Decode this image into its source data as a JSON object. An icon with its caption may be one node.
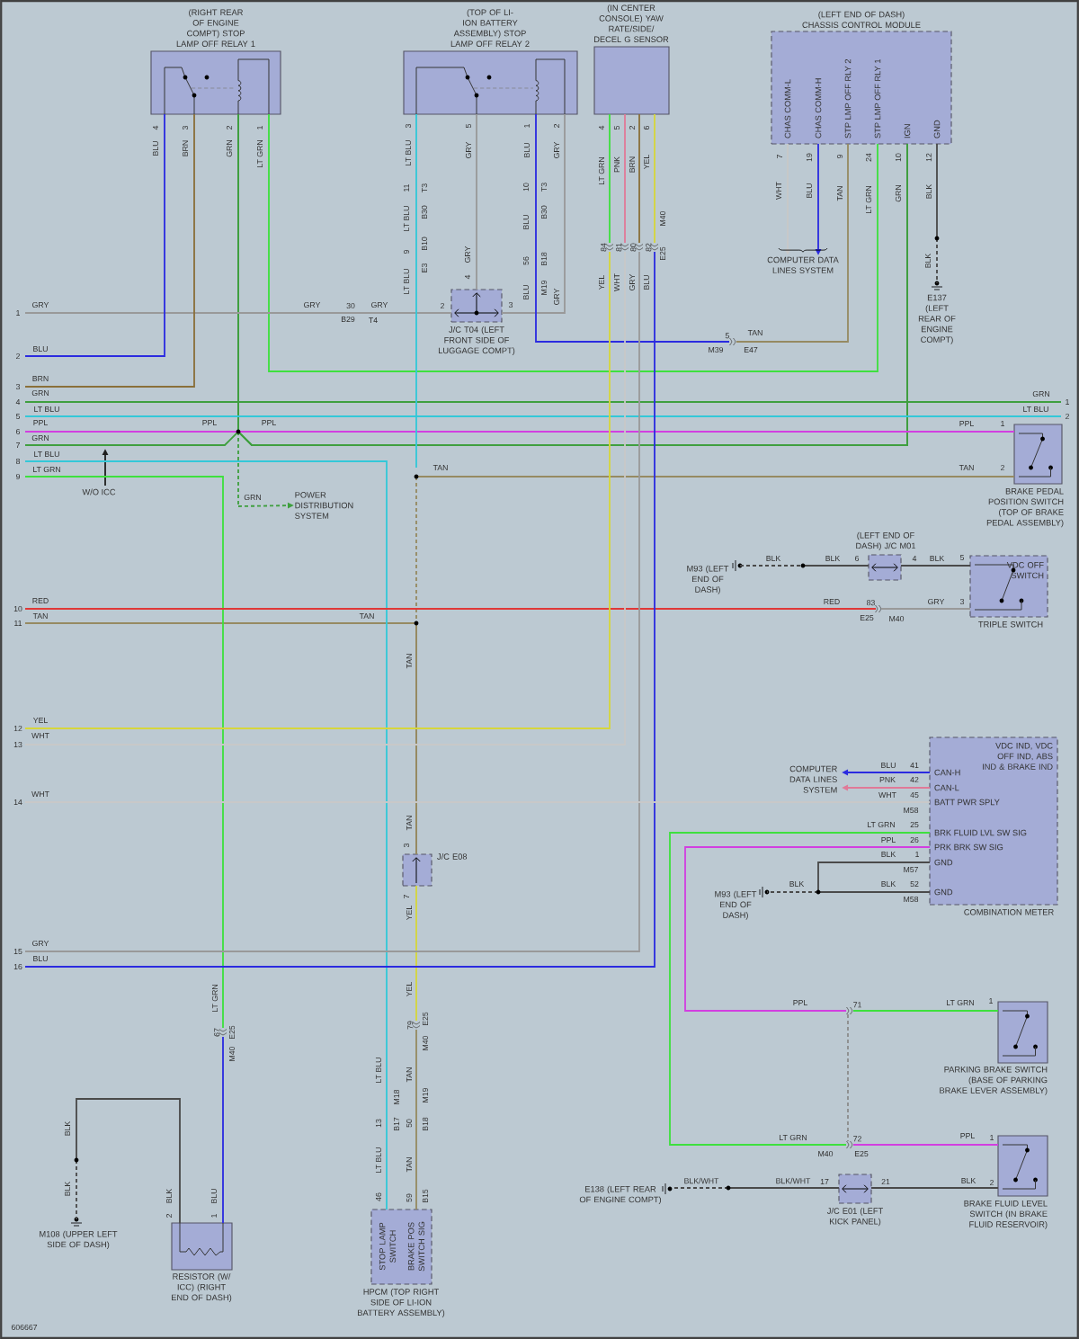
{
  "diagram": {
    "nodes": [
      {
        "text": [
          "(RIGHT REAR OF ENGINE COMPT) STOP LAMP OFF RELAY 1"
        ]
      },
      {
        "text": [
          "(TOP OF LI-ION BATTERY ASSEMBLY) STOP LAMP OFF RELAY 2"
        ]
      },
      {
        "text": [
          "(IN CENTER CONSOLE) YAW RATE/SIDE/ DECEL G SENSOR"
        ]
      },
      {
        "text": [
          "(LEFT END OF DASH) CHASSIS CONTROL MODULE",
          "CHAS COMM-L",
          "CHAS COMM-H",
          "STP LMP OFF RLY 2",
          "STP LMP OFF RLY 1",
          "IGN",
          "GND"
        ]
      },
      {
        "text": [
          "COMPUTER DATA LINES SYSTEM"
        ]
      },
      {
        "text": [
          "E137 (LEFT REAR OF ENGINE COMPT)"
        ]
      },
      {
        "text": [
          "J/C T04 (LEFT FRONT SIDE OF LUGGAGE COMPT)"
        ]
      },
      {
        "text": [
          "POWER DISTRIBUTION SYSTEM"
        ]
      },
      {
        "text": [
          "BRAKE PEDAL POSITION SWITCH (TOP OF BRAKE PEDAL ASSEMBLY)"
        ]
      },
      {
        "text": [
          "M93 (LEFT END OF DASH)"
        ]
      },
      {
        "text": [
          "(LEFT END OF DASH) J/C M01"
        ]
      },
      {
        "text": [
          "VDC OFF SWITCH",
          "TRIPLE SWITCH"
        ]
      },
      {
        "text": [
          "COMPUTER DATA LINES SYSTEM"
        ]
      },
      {
        "text": [
          "VDC IND, VDC OFF IND, ABS IND & BRAKE IND",
          "CAN-H",
          "CAN-L",
          "BATT PWR SPLY",
          "BRK FLUID LVL SW SIG",
          "PRK BRK SW SIG",
          "GND",
          "GND",
          "COMBINATION METER"
        ]
      },
      {
        "text": [
          "M93 (LEFT END OF DASH)"
        ]
      },
      {
        "text": [
          "J/C E08"
        ]
      },
      {
        "text": [
          "PARKING BRAKE SWITCH (BASE OF PARKING BRAKE LEVER ASSEMBLY)"
        ]
      },
      {
        "text": [
          "BRAKE FLUID LEVEL SWITCH (IN BRAKE FLUID RESERVOIR)"
        ]
      },
      {
        "text": [
          "E138 (LEFT REAR OF ENGINE COMPT)"
        ]
      },
      {
        "text": [
          "J/C E01 (LEFT KICK PANEL)"
        ]
      },
      {
        "text": [
          "M108 (UPPER LEFT SIDE OF DASH)"
        ]
      },
      {
        "text": [
          "RESISTOR (W/ ICC) (RIGHT END OF DASH)"
        ]
      },
      {
        "text": [
          "STOP LAMP SWITCH",
          "BRAKE POS SWITCH SIG",
          "HPCM (TOP RIGHT SIDE OF LI-ION BATTERY ASSEMBLY)"
        ]
      },
      {
        "text": [
          "W/O ICC"
        ]
      },
      {
        "text": [
          "1"
        ]
      },
      {
        "text": [
          "2"
        ]
      },
      {
        "text": [
          "3"
        ]
      },
      {
        "text": [
          "4"
        ]
      },
      {
        "text": [
          "5"
        ]
      },
      {
        "text": [
          "6"
        ]
      },
      {
        "text": [
          "7"
        ]
      },
      {
        "text": [
          "8"
        ]
      },
      {
        "text": [
          "9"
        ]
      },
      {
        "text": [
          "10"
        ]
      },
      {
        "text": [
          "11"
        ]
      },
      {
        "text": [
          "12"
        ]
      },
      {
        "text": [
          "13"
        ]
      },
      {
        "text": [
          "14"
        ]
      },
      {
        "text": [
          "15"
        ]
      },
      {
        "text": [
          "16"
        ]
      },
      {
        "text": [
          "1"
        ]
      },
      {
        "text": [
          "2"
        ]
      },
      {
        "text": [
          "5"
        ]
      },
      {
        "text": [
          "79"
        ]
      },
      {
        "text": [
          "72"
        ]
      },
      {
        "text": [
          "71"
        ]
      },
      {
        "text": [
          "67"
        ]
      },
      {
        "text": [
          "83"
        ]
      },
      {
        "text": [
          "84"
        ]
      },
      {
        "text": [
          "81"
        ]
      },
      {
        "text": [
          "80"
        ]
      },
      {
        "text": [
          "82"
        ]
      }
    ],
    "edges": [
      {
        "from": 0,
        "to": 3,
        "arrow": "none",
        "color": "#3f9f3f"
      },
      {
        "from": 0,
        "to": 7,
        "arrow": "to",
        "style": "dashed",
        "color": "#3f9f3f"
      },
      {
        "from": 0,
        "to": 3,
        "arrow": "none",
        "color": "#3ee03e"
      },
      {
        "from": 1,
        "to": 6,
        "arrow": "none",
        "color": "#999999"
      },
      {
        "from": 1,
        "to": 6,
        "arrow": "none",
        "color": "#999999"
      },
      {
        "from": 1,
        "to": 42,
        "arrow": "none",
        "color": "#2b2be0"
      },
      {
        "from": 42,
        "to": 3,
        "arrow": "none",
        "color": "#968a62"
      },
      {
        "from": 3,
        "to": 4,
        "arrow": "to",
        "color": "#c8c8c8"
      },
      {
        "from": 3,
        "to": 4,
        "arrow": "to",
        "color": "#2b2be0"
      },
      {
        "from": 3,
        "to": 5,
        "arrow": "none",
        "style": "dashed",
        "color": "#4a4a4a"
      },
      {
        "from": 9,
        "to": 10,
        "arrow": "none",
        "style": "dashed",
        "color": "#4a4a4a"
      },
      {
        "from": 10,
        "to": 11,
        "arrow": "none",
        "color": "#4a4a4a"
      },
      {
        "from": 8,
        "to": 15,
        "arrow": "none",
        "style": "dashed",
        "color": "#968a62"
      },
      {
        "from": 15,
        "to": 43,
        "arrow": "none",
        "color": "#d6d63c"
      },
      {
        "from": 43,
        "to": 22,
        "arrow": "none",
        "color": "#968a62"
      },
      {
        "from": 13,
        "to": 12,
        "arrow": "to",
        "color": "#2b2be0"
      },
      {
        "from": 13,
        "to": 12,
        "arrow": "to",
        "color": "#e07a98"
      },
      {
        "from": 13,
        "to": 44,
        "arrow": "none",
        "color": "#3ee03e"
      },
      {
        "from": 44,
        "to": 17,
        "arrow": "none",
        "color": "#d23fe0"
      },
      {
        "from": 13,
        "to": 45,
        "arrow": "none",
        "color": "#d23fe0"
      },
      {
        "from": 45,
        "to": 16,
        "arrow": "none",
        "color": "#3ee03e"
      },
      {
        "from": 45,
        "to": 44,
        "arrow": "none",
        "style": "dashed",
        "color": "#8c8c8c"
      },
      {
        "from": 13,
        "to": 14,
        "arrow": "none",
        "style": "dashed",
        "color": "#4a4a4a"
      },
      {
        "from": 13,
        "to": 14,
        "arrow": "none",
        "style": "dashed",
        "color": "#4a4a4a"
      },
      {
        "from": 17,
        "to": 19,
        "arrow": "none",
        "color": "#4a4a4a"
      },
      {
        "from": 19,
        "to": 18,
        "arrow": "none",
        "style": "dashed",
        "color": "#4a4a4a"
      },
      {
        "from": 21,
        "to": 20,
        "arrow": "none",
        "style": "dashed",
        "color": "#4a4a4a"
      },
      {
        "from": 23,
        "to": null,
        "arrow": "to",
        "color": "#202020"
      },
      {
        "from": 6,
        "to": 24,
        "arrow": "none",
        "color": "#999999"
      },
      {
        "from": 0,
        "to": 25,
        "arrow": "none",
        "color": "#2b2be0"
      },
      {
        "from": 0,
        "to": 26,
        "arrow": "none",
        "color": "#8a6f3a"
      },
      {
        "from": 27,
        "to": 40,
        "arrow": "none",
        "color": "#3f9f3f"
      },
      {
        "from": 28,
        "to": 41,
        "arrow": "none",
        "color": "#33c8d8"
      },
      {
        "from": 8,
        "to": 29,
        "arrow": "none",
        "color": "#d23fe0"
      },
      {
        "from": 30,
        "to": 3,
        "arrow": "none",
        "color": "#3f9f3f"
      },
      {
        "from": 34,
        "to": 15,
        "arrow": "none",
        "color": "#968a62"
      },
      {
        "from": 22,
        "to": 31,
        "arrow": "none",
        "color": "#33c8d8"
      },
      {
        "from": 21,
        "to": 46,
        "arrow": "none",
        "color": "#2b2be0"
      },
      {
        "from": 46,
        "to": 32,
        "arrow": "none",
        "color": "#3ee03e"
      },
      {
        "from": 1,
        "to": null,
        "arrow": "none",
        "color": "#33c8d8"
      },
      {
        "from": 11,
        "to": 47,
        "arrow": "none",
        "color": "#999999"
      },
      {
        "from": 47,
        "to": 33,
        "arrow": "none",
        "color": "#e03838"
      },
      {
        "from": 2,
        "to": 48,
        "arrow": "none",
        "color": "#3ee03e"
      },
      {
        "from": 48,
        "to": 35,
        "arrow": "none",
        "color": "#d6d63c"
      },
      {
        "from": 2,
        "to": 49,
        "arrow": "none",
        "color": "#e07a98"
      },
      {
        "from": 49,
        "to": 36,
        "arrow": "none",
        "color": "#c8c8c8"
      },
      {
        "from": 2,
        "to": 50,
        "arrow": "none",
        "color": "#8a6f3a"
      },
      {
        "from": 50,
        "to": 38,
        "arrow": "none",
        "color": "#999999"
      },
      {
        "from": 2,
        "to": 51,
        "arrow": "none",
        "color": "#d6d63c"
      },
      {
        "from": 51,
        "to": 39,
        "arrow": "none",
        "color": "#2b2be0"
      },
      {
        "from": 13,
        "to": 37,
        "arrow": "none",
        "color": "#c8c8c8"
      }
    ],
    "labels": [
      "4",
      "BLU",
      "3",
      "BRN",
      "2",
      "GRN",
      "1",
      "LT GRN",
      "3",
      "LT BLU",
      "5",
      "GRY",
      "1",
      "BLU",
      "2",
      "GRY",
      "11",
      "T3",
      "LT BLU",
      "B30",
      "9",
      "B10",
      "LT BLU",
      "E3",
      "10",
      "T3",
      "BLU",
      "B30",
      "56",
      "B18",
      "BLU",
      "M19",
      "GRY",
      "GRY",
      "4",
      "5",
      "2",
      "6",
      "LT GRN",
      "PNK",
      "BRN",
      "YEL",
      "M40",
      "E25",
      "YEL",
      "WHT",
      "GRY",
      "BLU",
      "7",
      "19",
      "9",
      "24",
      "10",
      "12",
      "WHT",
      "BLU",
      "TAN",
      "LT GRN",
      "GRN",
      "BLK",
      "BLK",
      "GRY",
      "BLU",
      "BRN",
      "GRN",
      "LT BLU",
      "PPL",
      "GRN",
      "LT BLU",
      "LT GRN",
      "GRY",
      "30",
      "GRY",
      "B29",
      "T4",
      "2",
      "3",
      "4",
      "TAN",
      "M39",
      "E47",
      "GRN",
      "LT BLU",
      "PPL",
      "PPL",
      "GRN",
      "TAN",
      "PPL",
      "1",
      "TAN",
      "2",
      "BLK",
      "BLK",
      "6",
      "4",
      "BLK",
      "5",
      "RED",
      "GRY",
      "3",
      "E25",
      "M40",
      "RED",
      "TAN",
      "TAN",
      "TAN",
      "YEL",
      "WHT",
      "BLU",
      "41",
      "PNK",
      "42",
      "WHT",
      "45",
      "M58",
      "WHT",
      "LT GRN",
      "25",
      "PPL",
      "26",
      "BLK",
      "1",
      "M57",
      "BLK",
      "BLK",
      "52",
      "M58",
      "TAN",
      "3",
      "7",
      "YEL",
      "GRY",
      "BLU",
      "LT GRN",
      "E25",
      "M40",
      "BLK",
      "BLK",
      "BLK",
      "2",
      "BLU",
      "1",
      "YEL",
      "E25",
      "M40",
      "LT BLU",
      "M18",
      "TAN",
      "M19",
      "13",
      "B17",
      "50",
      "B18",
      "LT BLU",
      "TAN",
      "46",
      "59",
      "B15",
      "PPL",
      "LT GRN",
      "1",
      "LT GRN",
      "PPL",
      "1",
      "M40",
      "E25",
      "BLK/WHT",
      "BLK/WHT",
      "17",
      "21",
      "BLK",
      "2",
      "606667"
    ]
  }
}
